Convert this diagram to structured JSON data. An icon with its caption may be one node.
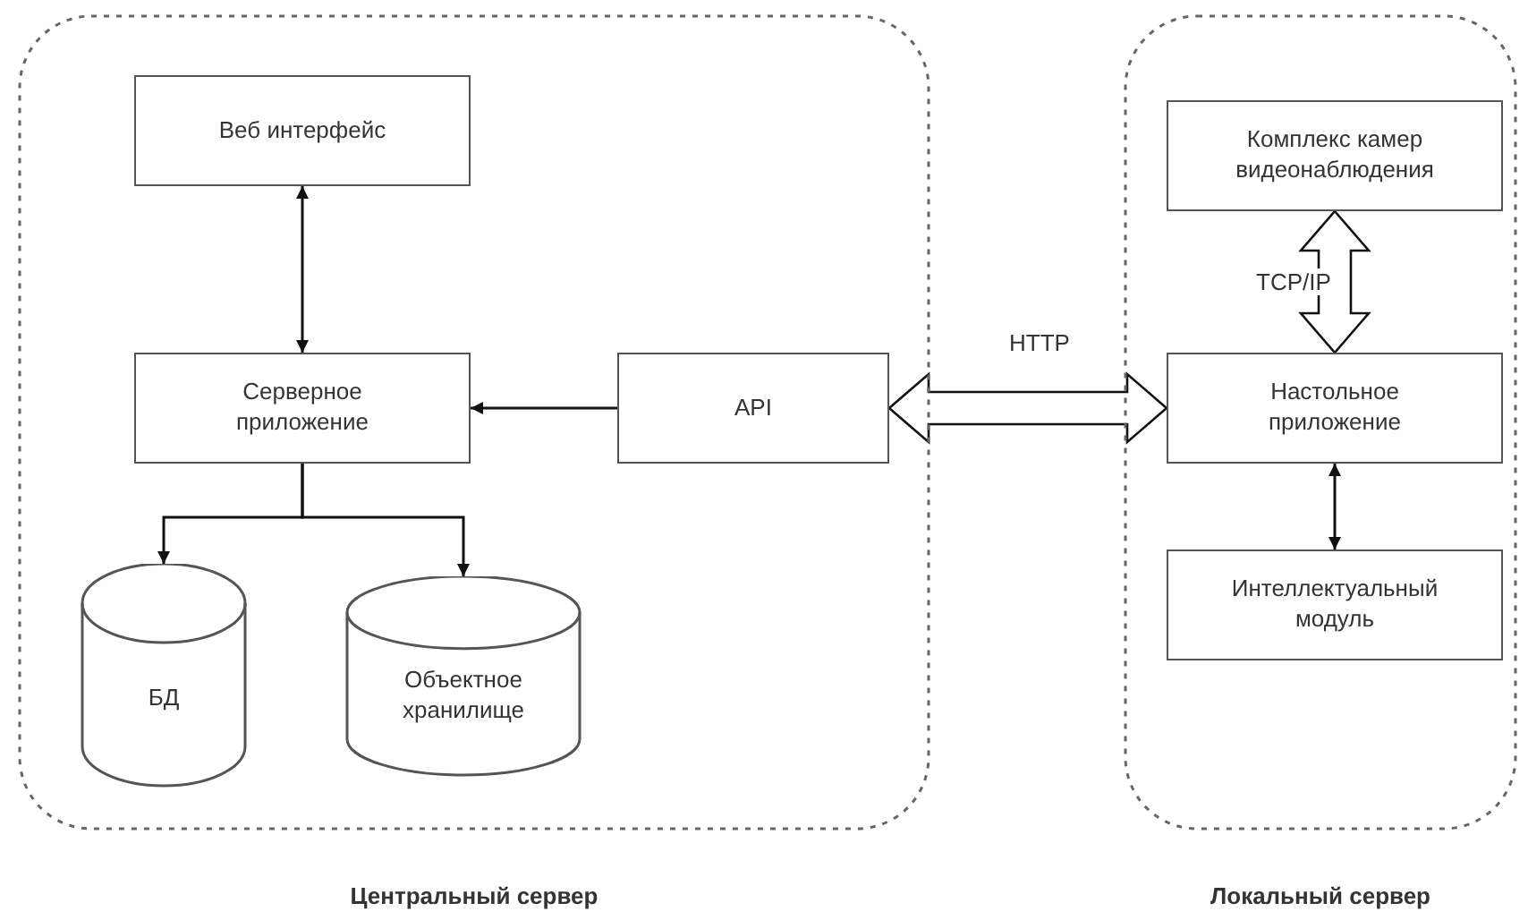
{
  "diagram": {
    "nodes": [
      {
        "text": [
          "Центральный сервер"
        ]
      },
      {
        "text": [
          "Локальный сервер"
        ]
      },
      {
        "text": [
          "Веб интерфейс"
        ],
        "in": 0
      },
      {
        "text": [
          "Серверное приложение"
        ],
        "in": 0
      },
      {
        "text": [
          "API"
        ],
        "in": 0
      },
      {
        "text": [
          "БД"
        ],
        "in": 0
      },
      {
        "text": [
          "Объектное хранилище"
        ],
        "in": 0
      },
      {
        "text": [
          "Комплекс камер видеонаблюдения"
        ],
        "in": 1
      },
      {
        "text": [
          "Настольное приложение"
        ],
        "in": 1
      },
      {
        "text": [
          "Интеллектуальный модуль"
        ],
        "in": 1
      }
    ],
    "edges": [
      {
        "from": 2,
        "to": 3,
        "arrow": "both"
      },
      {
        "from": 4,
        "to": 3,
        "arrow": "to"
      },
      {
        "from": 3,
        "to": 5,
        "arrow": "to"
      },
      {
        "from": 3,
        "to": 6,
        "arrow": "to"
      },
      {
        "from": 4,
        "to": 8,
        "arrow": "both",
        "label": "HTTP",
        "style": "thick"
      },
      {
        "from": 7,
        "to": 8,
        "arrow": "both",
        "label": "TCP/IP",
        "style": "thick"
      },
      {
        "from": 8,
        "to": 9,
        "arrow": "both"
      }
    ]
  }
}
